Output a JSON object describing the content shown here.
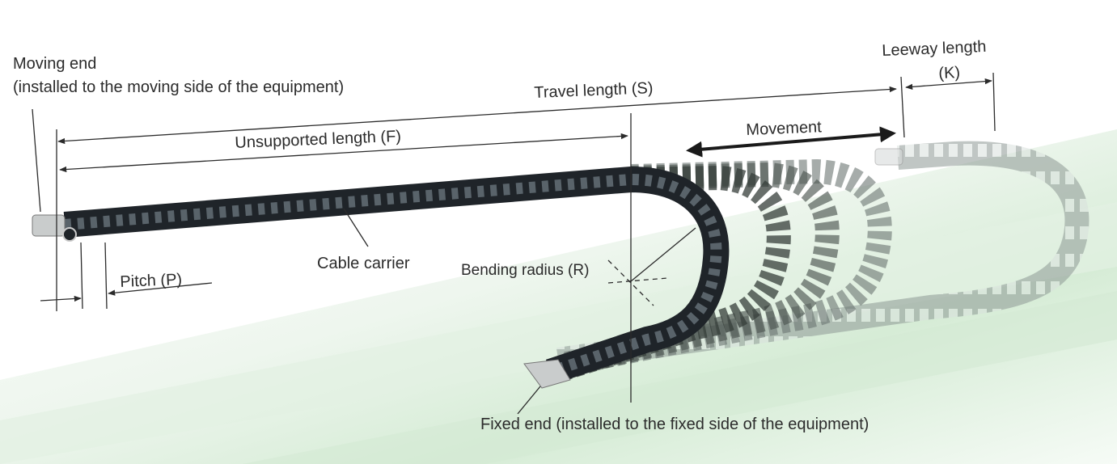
{
  "labels": {
    "moving_end_title": "Moving end",
    "moving_end_desc": "(installed to the moving side of the equipment)",
    "travel_length": "Travel length (S)",
    "unsupported_length": "Unsupported length (F)",
    "leeway_length_line1": "Leeway length",
    "leeway_length_line2": "(K)",
    "movement": "Movement",
    "pitch": "Pitch (P)",
    "cable_carrier": "Cable carrier",
    "bending_radius": "Bending radius (R)",
    "fixed_end": "Fixed end (installed to the fixed side of the equipment)"
  },
  "colors": {
    "carrier": "#1f2429",
    "carrier_ghost": "#7f8a86",
    "background_tint": "#cfe8cf",
    "line": "#2b2b2b"
  }
}
